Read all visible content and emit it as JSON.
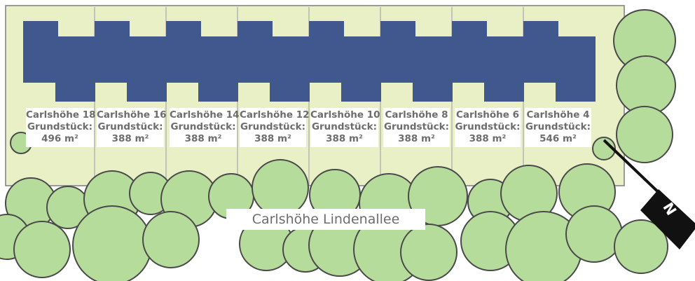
{
  "street_name": "Carlshöhe Lindenallee",
  "north_marker": "N",
  "lots": [
    {
      "name": "Carlshöhe 18",
      "area_label": "Grundstück:",
      "area": "496 m²"
    },
    {
      "name": "Carlshöhe 16",
      "area_label": "Grundstück:",
      "area": "388 m²"
    },
    {
      "name": "Carlshöhe 14",
      "area_label": "Grundstück:",
      "area": "388 m²"
    },
    {
      "name": "Carlshöhe 12",
      "area_label": "Grundstück:",
      "area": "388 m²"
    },
    {
      "name": "Carlshöhe 10",
      "area_label": "Grundstück:",
      "area": "388 m²"
    },
    {
      "name": "Carlshöhe 8",
      "area_label": "Grundstück:",
      "area": "388 m²"
    },
    {
      "name": "Carlshöhe 6",
      "area_label": "Grundstück:",
      "area": "388 m²"
    },
    {
      "name": "Carlshöhe 4",
      "area_label": "Grundstück:",
      "area": "546 m²"
    }
  ],
  "colors": {
    "plot": "#eaf0c6",
    "house": "#41588f",
    "tree_fill": "#b6dc9c",
    "tree_stroke": "#4a4a4a",
    "label_text": "#6d6d6d"
  }
}
